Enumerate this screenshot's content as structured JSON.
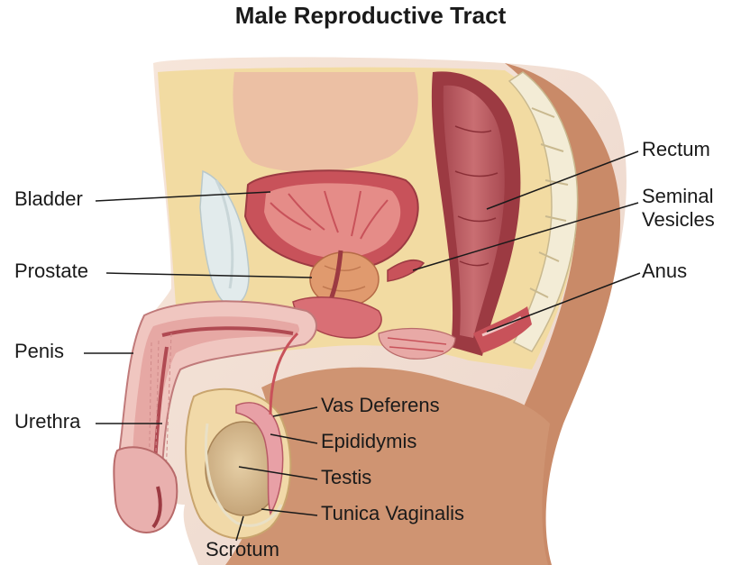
{
  "title": "Male Reproductive Tract",
  "labels": {
    "bladder": "Bladder",
    "prostate": "Prostate",
    "penis": "Penis",
    "urethra": "Urethra",
    "rectum": "Rectum",
    "seminal_vesicles_line1": "Seminal",
    "seminal_vesicles_line2": "Vesicles",
    "anus": "Anus",
    "vas_deferens": "Vas Deferens",
    "epididymis": "Epididymis",
    "testis": "Testis",
    "tunica_vaginalis": "Tunica Vaginalis",
    "scrotum": "Scrotum"
  },
  "colors": {
    "skin": "#d9a07e",
    "skin_dark": "#b87a58",
    "fat": "#f0d79a",
    "tissue_red": "#c8525a",
    "tissue_pink": "#e8a9a6",
    "bone": "#f3ecd6",
    "membrane": "#dfe7e8",
    "testis": "#d6b98e"
  }
}
